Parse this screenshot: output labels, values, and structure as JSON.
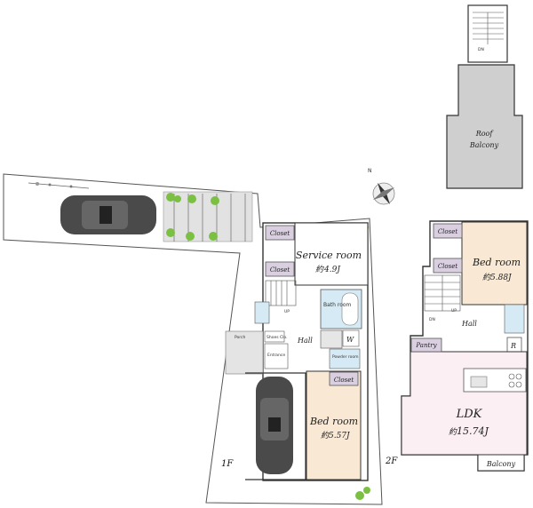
{
  "floors": {
    "first": {
      "label": "1F",
      "service_room": {
        "name": "Service room",
        "size": "4.9J"
      },
      "bedroom": {
        "name": "Bed room",
        "size": "5.57J"
      },
      "closet_a": "Closet",
      "closet_b": "Closet",
      "closet_c": "Closet",
      "bath": "Bath room",
      "hall": "Hall",
      "powder": "Powder room",
      "porch": "Porch",
      "shoes": "Shoes Clo.",
      "entrance": "Entrance",
      "w": "W",
      "up": "UP"
    },
    "second": {
      "label": "2F",
      "bedroom": {
        "name": "Bed room",
        "size": "5.88J"
      },
      "ldk": {
        "name": "LDK",
        "size": "15.74J"
      },
      "closet_a": "Closet",
      "closet_b": "Closet",
      "pantry": "Pantry",
      "hall": "Hall",
      "balcony": "Balcony",
      "r": "R",
      "dn": "DN",
      "up": "UP"
    },
    "roof": {
      "balcony_line1": "Roof",
      "balcony_line2": "Balcony",
      "dn": "DN"
    }
  },
  "compass": {
    "north": "N"
  },
  "size_prefix": "約",
  "colors": {
    "bedroom": "#f8e8d4",
    "service": "#ffffff",
    "closet": "#d9cfe0",
    "bath": "#d6eaf5",
    "roof": "#cfcfcf",
    "ldk": "#fbeff3",
    "tree": "#7bc043",
    "car": "#4a4a4a"
  }
}
